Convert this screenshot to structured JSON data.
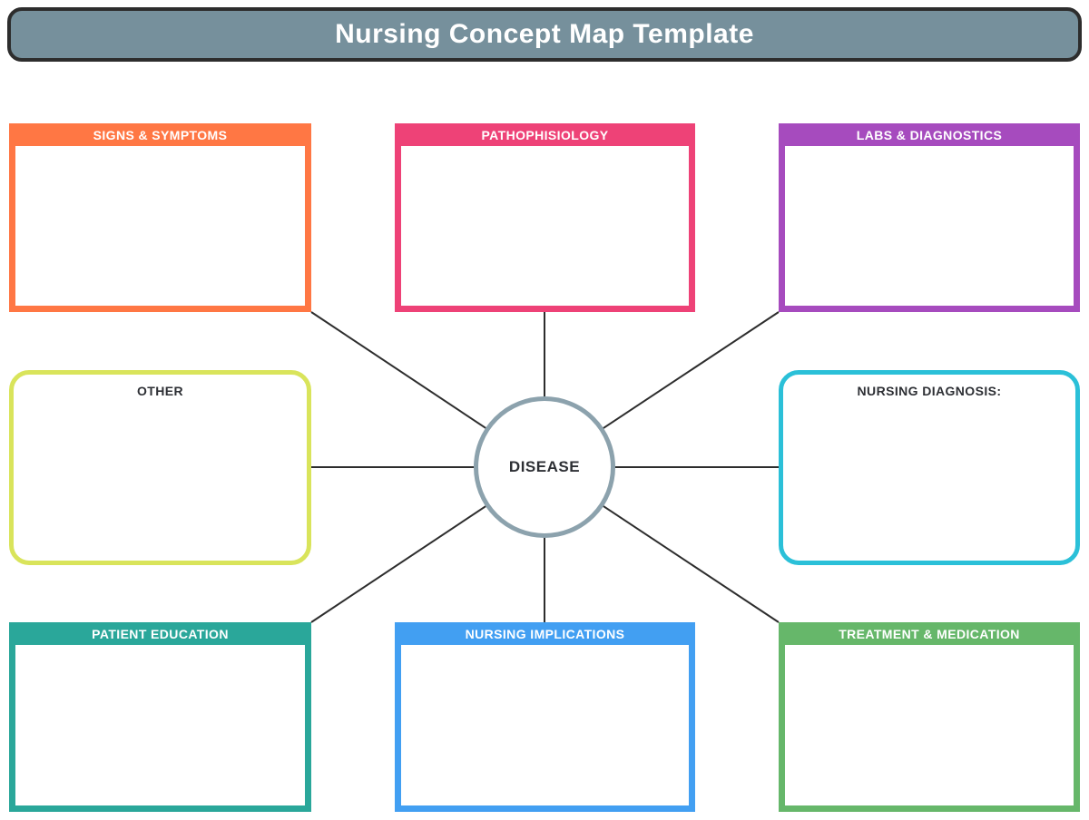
{
  "title": "Nursing Concept Map Template",
  "center": {
    "label": "DISEASE"
  },
  "colors": {
    "title_bg": "#76909c",
    "ink": "#2d2d2d",
    "circle_border": "#8ca2ad",
    "text_dark": "#2d2f34"
  },
  "nodes": [
    {
      "id": "signs-symptoms",
      "label": "SIGNS & SYMPTOMS",
      "color": "#ff7744",
      "style": "header"
    },
    {
      "id": "pathophisiology",
      "label": "PATHOPHISIOLOGY",
      "color": "#ee4277",
      "style": "header"
    },
    {
      "id": "labs-diagnostics",
      "label": "LABS & DIAGNOSTICS",
      "color": "#a64bbe",
      "style": "header"
    },
    {
      "id": "other",
      "label": "OTHER",
      "color": "#d9e45b",
      "style": "outline"
    },
    {
      "id": "nursing-diagnosis",
      "label": "NURSING DIAGNOSIS:",
      "color": "#2bc0d8",
      "style": "outline"
    },
    {
      "id": "patient-education",
      "label": "PATIENT EDUCATION",
      "color": "#2aa79a",
      "style": "header"
    },
    {
      "id": "nursing-implications",
      "label": "NURSING IMPLICATIONS",
      "color": "#429ff2",
      "style": "header"
    },
    {
      "id": "treatment-medication",
      "label": "TREATMENT & MEDICATION",
      "color": "#66b76a",
      "style": "header"
    }
  ]
}
